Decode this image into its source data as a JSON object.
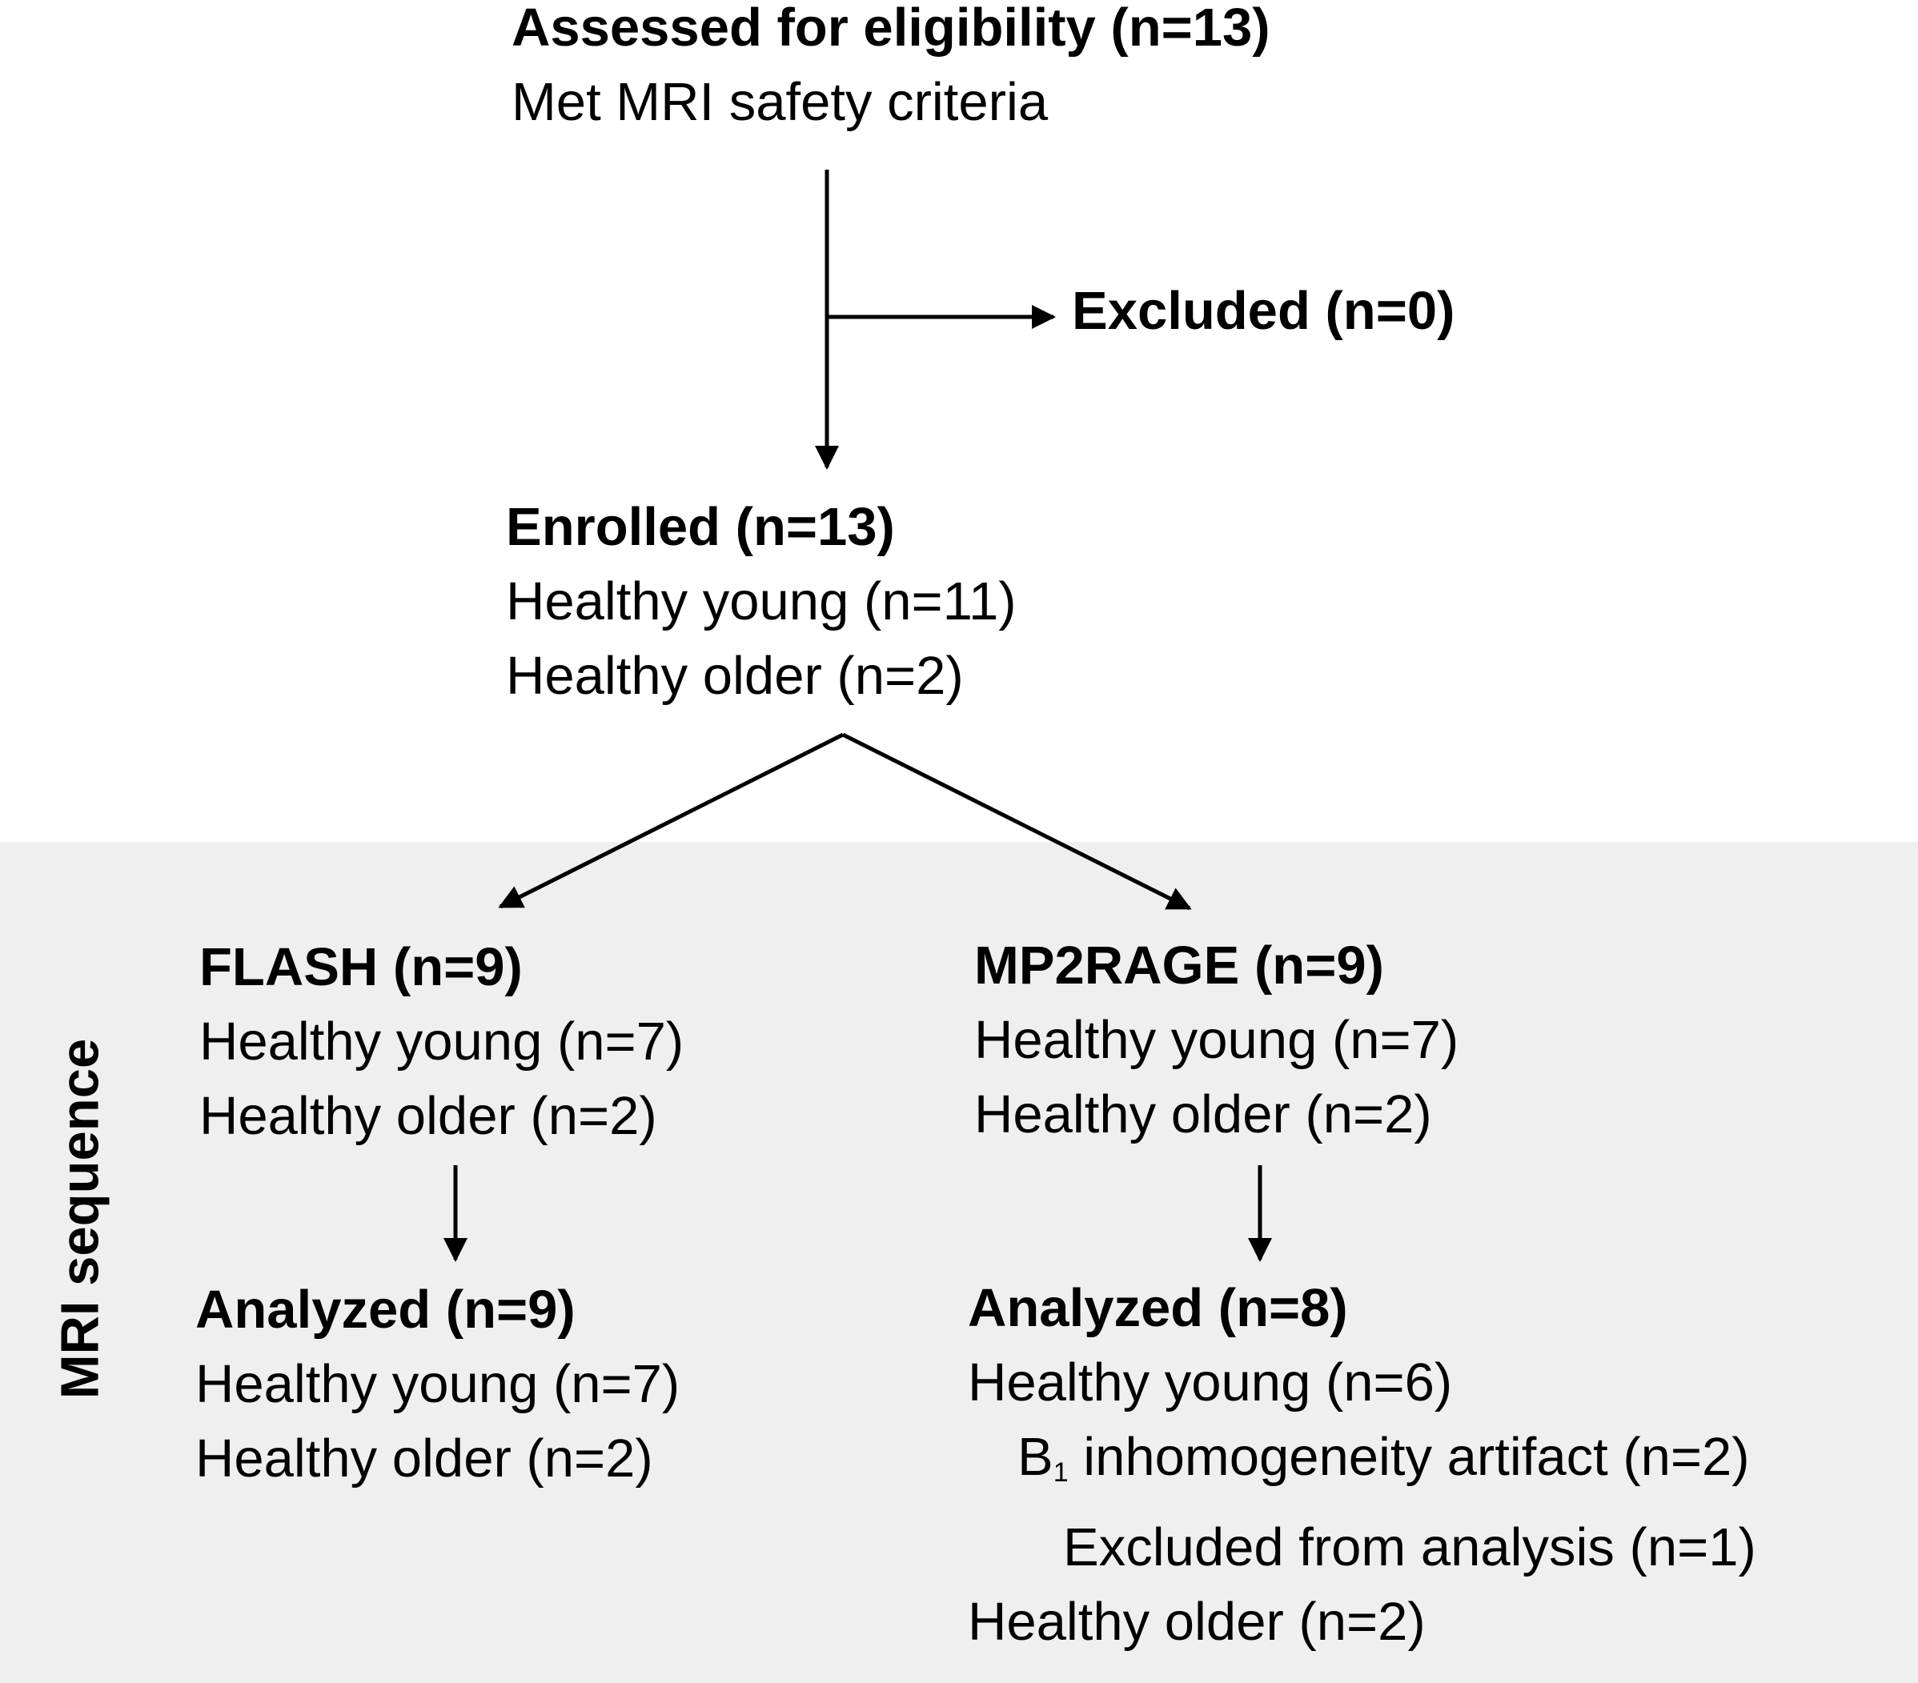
{
  "colors": {
    "background": "#ffffff",
    "panel": "#efefef",
    "text": "#000000"
  },
  "side_label": "MRI sequence",
  "assessed": {
    "title": "Assessed for eligibility (n=13)",
    "line1": "Met MRI safety criteria"
  },
  "excluded": {
    "title": "Excluded (n=0)"
  },
  "enrolled": {
    "title": "Enrolled (n=13)",
    "line1": "Healthy young (n=11)",
    "line2": "Healthy older (n=2)"
  },
  "flash": {
    "title": "FLASH (n=9)",
    "line1": "Healthy young (n=7)",
    "line2": "Healthy older (n=2)"
  },
  "mp2rage": {
    "title": "MP2RAGE (n=9)",
    "line1": "Healthy young (n=7)",
    "line2": "Healthy older (n=2)"
  },
  "flash_analyzed": {
    "title": "Analyzed (n=9)",
    "line1": "Healthy young (n=7)",
    "line2": "Healthy older (n=2)"
  },
  "mp2rage_analyzed": {
    "title": "Analyzed (n=8)",
    "line1": "Healthy young (n=6)",
    "sub_b": "B",
    "sub_index": "1",
    "sub_rest": " inhomogeneity artifact (n=2)",
    "sub2": "Excluded from analysis (n=1)",
    "line2": "Healthy older (n=2)"
  }
}
